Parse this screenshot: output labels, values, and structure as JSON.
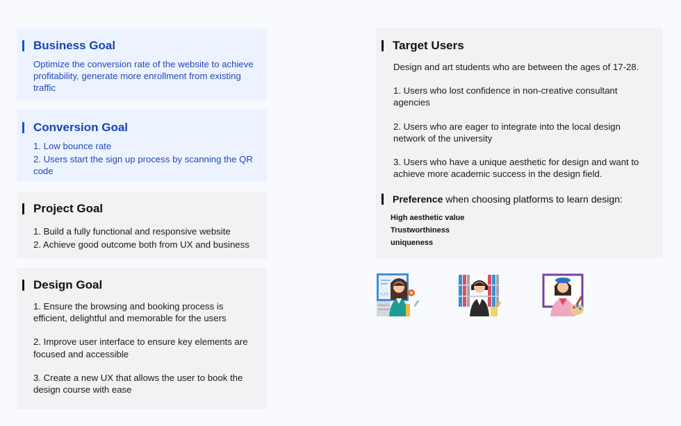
{
  "business_goal": {
    "title": "Business Goal",
    "lines": [
      "Optimize the conversion rate of the website to achieve",
      "profitability, generate more enrollment from existing",
      "traffic"
    ]
  },
  "conversion_goal": {
    "title": "Conversion Goal",
    "lines": [
      "1. Low bounce rate",
      "2. Users start the sign up process by scanning the QR",
      "code"
    ]
  },
  "project_goal": {
    "title": "Project Goal",
    "lines": [
      "1. Build a fully functional and responsive website",
      "2. Achieve good outcome both from UX and business"
    ]
  },
  "design_goal": {
    "title": "Design Goal",
    "items": [
      [
        "1. Ensure the browsing and booking process is",
        "efficient, delightful and memorable for the users"
      ],
      [
        "2. Improve user interface to ensure key elements are",
        "focused and accessible"
      ],
      [
        "3. Create a new UX that allows the user to book the",
        "design course with ease"
      ]
    ]
  },
  "target_users": {
    "title": "Target Users",
    "intro": "Design and art students who are between the ages of 17-28.",
    "items": [
      [
        "1. Users who lost confidence in non-creative consultant",
        "agencies"
      ],
      [
        "2. Users who are eager to integrate into the local design",
        "network of the university"
      ],
      [
        "3. Users who have a unique aesthetic for design and want to",
        "achieve more academic success in the design field."
      ]
    ],
    "preference_bold": "Preference",
    "preference_rest": "when choosing platforms to learn design:",
    "preferences": [
      "High aesthetic value",
      "Trustworthiness",
      "uniqueness"
    ]
  },
  "colors": {
    "blue_card": "#edf3fe",
    "gray_card": "#f0f2f4",
    "blue_text": "#1843b8",
    "page_bg": "#f8fafe"
  },
  "illustrations": [
    "designer-woman-icon",
    "student-bookshelf-icon",
    "artist-beret-icon"
  ]
}
